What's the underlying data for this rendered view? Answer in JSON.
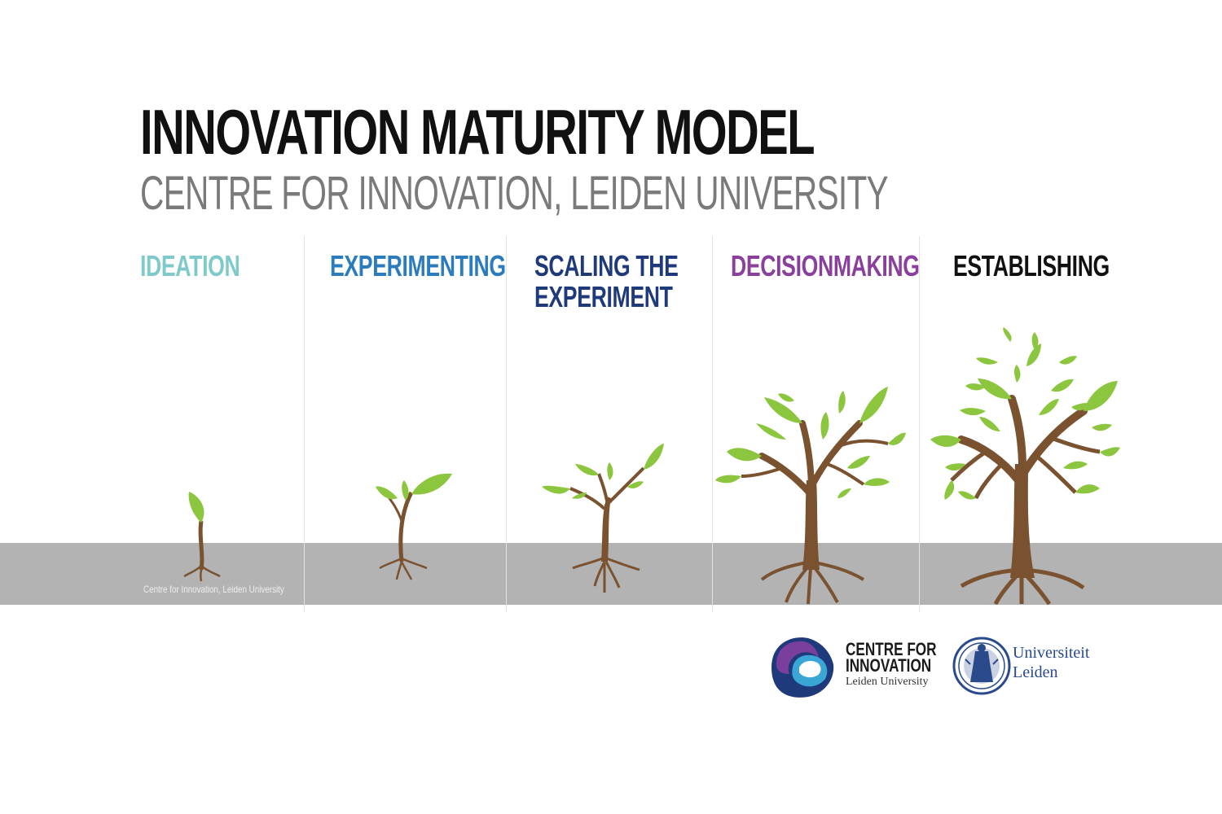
{
  "header": {
    "title": "INNOVATION MATURITY MODEL",
    "subtitle": "CENTRE FOR INNOVATION, LEIDEN UNIVERSITY"
  },
  "stages": [
    {
      "label": "IDEATION",
      "color": "#7ec9c9"
    },
    {
      "label": "EXPERIMENTING",
      "color": "#2b7bbf"
    },
    {
      "label": "SCALING THE\nEXPERIMENT",
      "color": "#1f3a7a"
    },
    {
      "label": "DECISIONMAKING",
      "color": "#8a3f9c"
    },
    {
      "label": "ESTABLISHING",
      "color": "#111111"
    }
  ],
  "watermark": "Centre for Innovation, Leiden University",
  "logos": {
    "cfi": {
      "line1": "CENTRE FOR",
      "line2": "INNOVATION",
      "line3": "Leiden University"
    },
    "leiden": {
      "line1": "Universiteit",
      "line2": "Leiden"
    }
  },
  "colors": {
    "leaf": "#8cc63f",
    "trunk": "#7a5230",
    "ground": "#b3b3b3"
  }
}
